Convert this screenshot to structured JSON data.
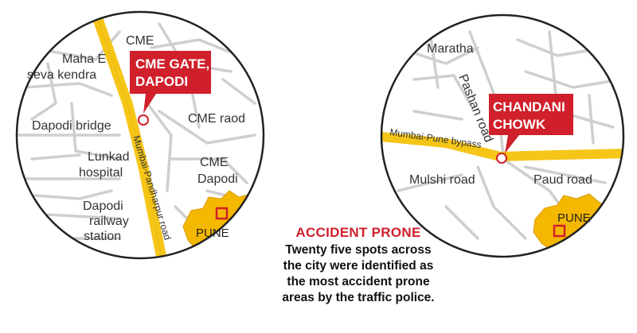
{
  "colors": {
    "callout": "#d0202b",
    "highway": "#f5c518",
    "city_blob": "#f5b800",
    "street": "#cfcfcf",
    "outline": "#222222"
  },
  "left_map": {
    "callout": [
      "CME GATE,",
      "DAPODI"
    ],
    "labels": {
      "cme": "CME",
      "maha_e_1": "Maha E",
      "maha_e_2": "seva kendra",
      "dapodi_bridge": "Dapodi bridge",
      "lunkad_1": "Lunkad",
      "lunkad_2": "hospital",
      "railway_1": "Dapodi",
      "railway_2": "railway",
      "railway_3": "station",
      "cme_road": "CME raod",
      "cme_dapodi_1": "CME",
      "cme_dapodi_2": "Dapodi",
      "highway": "Mumbai-Pandharpur road",
      "city": "PUNE"
    }
  },
  "right_map": {
    "callout": [
      "CHANDANI",
      "CHOWK"
    ],
    "labels": {
      "maratha": "Maratha",
      "pashan_road": "Pashan road",
      "bypass": "Mumbai-Pune bypass",
      "mulshi_road": "Mulshi road",
      "paud_road": "Paud road",
      "city": "PUNE"
    }
  },
  "caption": {
    "headline": "ACCIDENT PRONE",
    "lines": [
      "Twenty five spots across",
      "the city were identified as",
      "the most accident prone",
      "areas by the traffic police."
    ]
  }
}
